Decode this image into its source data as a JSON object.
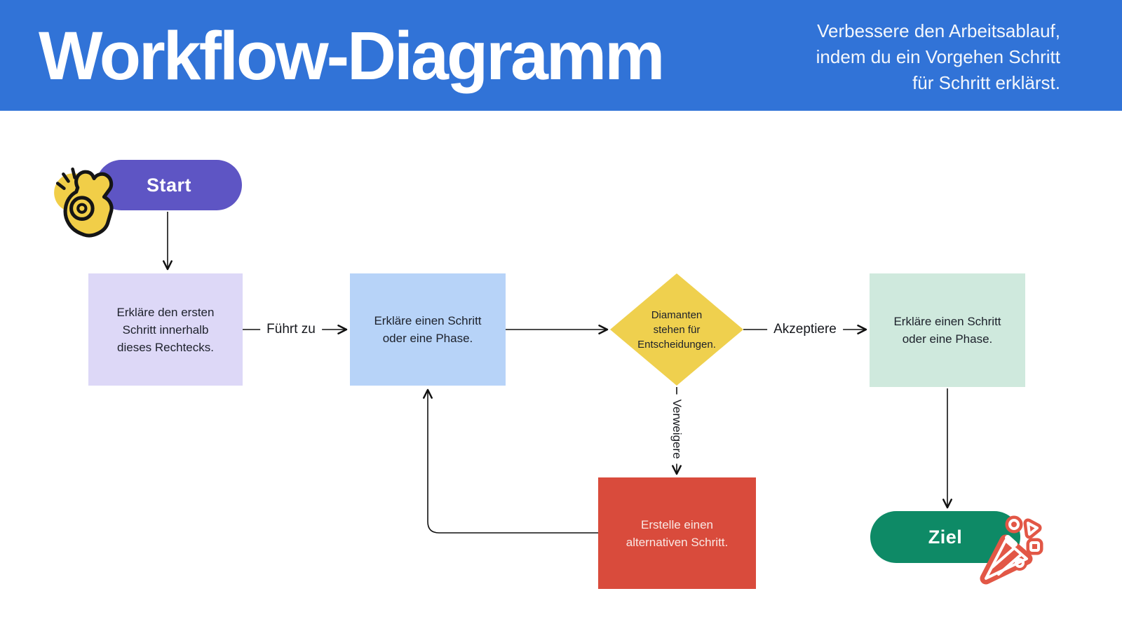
{
  "header": {
    "title": "Workflow-Diagramm",
    "subtitle": "Verbessere den Arbeitsablauf,\nindem du ein Vorgehen Schritt\nfür Schritt erklärst.",
    "background": "#3173d7"
  },
  "nodes": {
    "start": {
      "label": "Start",
      "shape": "pill",
      "color": "#5e55c4"
    },
    "first_step": {
      "text": "Erkläre den ersten\nSchritt innerhalb\ndieses Rechtecks.",
      "shape": "rectangle",
      "color": "#ddd8f7"
    },
    "step_phase": {
      "text": "Erkläre einen Schritt\noder eine Phase.",
      "shape": "rectangle",
      "color": "#b7d3f8"
    },
    "decision": {
      "text": "Diamanten\nstehen für\nEntscheidungen.",
      "shape": "diamond",
      "color": "#efd04e"
    },
    "accepted_step": {
      "text": "Erkläre einen Schritt\noder eine Phase.",
      "shape": "rectangle",
      "color": "#cfe9dd"
    },
    "alternative_step": {
      "text": "Erstelle einen\nalternativen Schritt.",
      "shape": "rectangle",
      "color": "#d94b3c"
    },
    "goal": {
      "label": "Ziel",
      "shape": "pill",
      "color": "#0e8a66"
    }
  },
  "connector_labels": {
    "leads_to": "Führt zu",
    "accept": "Akzeptiere",
    "reject": "Verweigere"
  },
  "icons": {
    "ok_hand": {
      "name": "ok-hand-icon",
      "fill": "#f1ce48",
      "outline": "#151515"
    },
    "party_popper": {
      "name": "party-popper-icon",
      "fill": "#e25746",
      "outline": "#ffffff"
    }
  },
  "line_color": "#111111"
}
